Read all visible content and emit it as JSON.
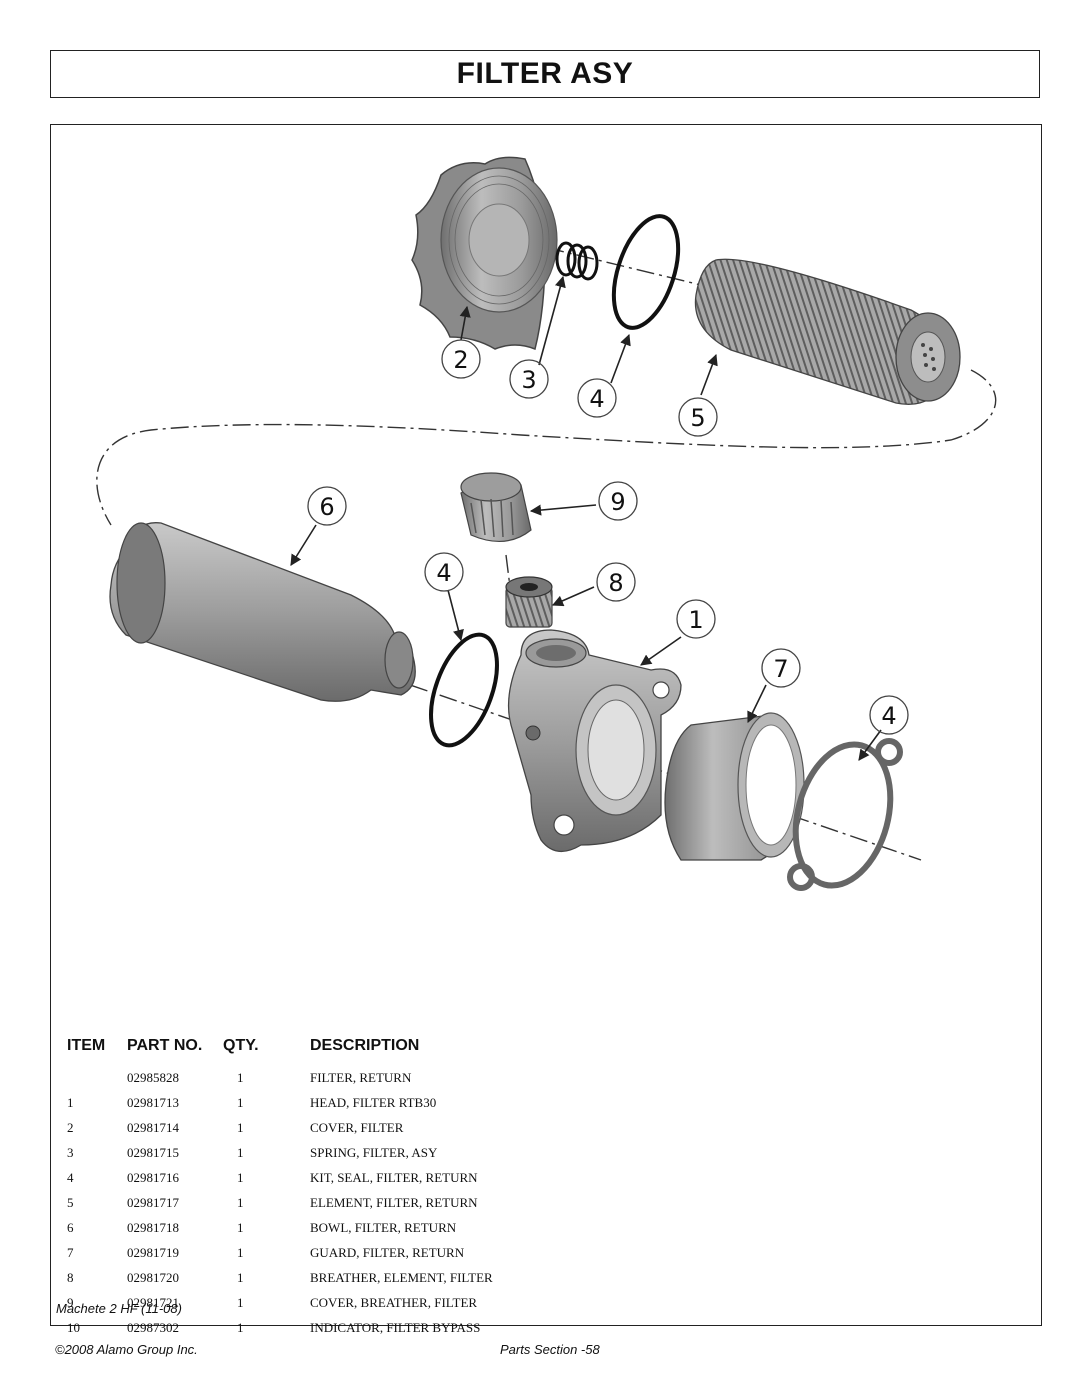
{
  "page": {
    "title": "FILTER ASY"
  },
  "diagram": {
    "callouts": [
      "1",
      "2",
      "3",
      "4",
      "5",
      "6",
      "7",
      "8",
      "9"
    ],
    "callout_4_repeat_a": "4",
    "callout_4_repeat_b": "4"
  },
  "parts_table": {
    "headers": {
      "item": "ITEM",
      "part_no": "PART NO.",
      "qty": "QTY.",
      "description": "DESCRIPTION"
    },
    "rows": [
      {
        "item": "",
        "part_no": "02985828",
        "qty": "1",
        "description": "FILTER, RETURN"
      },
      {
        "item": "1",
        "part_no": "02981713",
        "qty": "1",
        "description": "HEAD, FILTER RTB30"
      },
      {
        "item": "2",
        "part_no": "02981714",
        "qty": "1",
        "description": "COVER, FILTER"
      },
      {
        "item": "3",
        "part_no": "02981715",
        "qty": "1",
        "description": "SPRING, FILTER, ASY"
      },
      {
        "item": "4",
        "part_no": "02981716",
        "qty": "1",
        "description": "KIT, SEAL, FILTER, RETURN"
      },
      {
        "item": "5",
        "part_no": "02981717",
        "qty": "1",
        "description": "ELEMENT, FILTER, RETURN"
      },
      {
        "item": "6",
        "part_no": "02981718",
        "qty": "1",
        "description": "BOWL, FILTER, RETURN"
      },
      {
        "item": "7",
        "part_no": "02981719",
        "qty": "1",
        "description": "GUARD, FILTER, RETURN"
      },
      {
        "item": "8",
        "part_no": "02981720",
        "qty": "1",
        "description": "BREATHER, ELEMENT, FILTER"
      },
      {
        "item": "9",
        "part_no": "02981721",
        "qty": "1",
        "description": "COVER, BREATHER, FILTER"
      },
      {
        "item": "10",
        "part_no": "02987302",
        "qty": "1",
        "description": "INDICATOR, FILTER BYPASS"
      }
    ]
  },
  "footer": {
    "model": "Machete 2 HF (11-08)",
    "copyright": "©2008 Alamo Group Inc.",
    "page_label": "Parts Section -58"
  }
}
